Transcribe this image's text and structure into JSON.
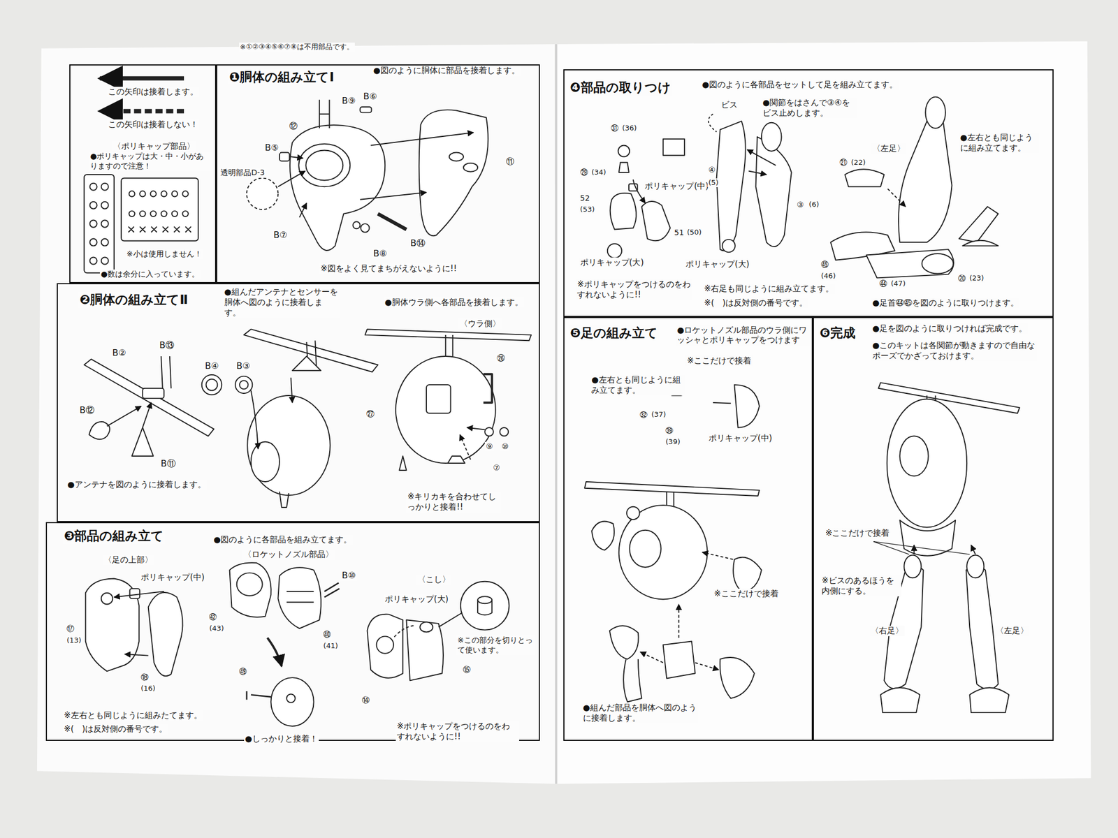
{
  "diagram": {
    "nodes": [
      {
        "text": [
          "この矢印は接着します。",
          "この矢印は接着しない！",
          "〈ポリキャップ部品〉",
          "●ポリキャップは大・中・小がありますので注意！",
          "※小は使用しません！",
          "●数は余分に入っています。"
        ]
      },
      {
        "text": [
          "❶胴体の組み立てⅠ",
          "●図のように胴体に部品を接着します。"
        ]
      },
      {
        "text": [
          "❷胴体の組み立てⅡ",
          "●組んだアンテナとセンサーを胴体へ図のように接着します。",
          "●胴体ウラ側へ各部品を接着します。",
          "●アンテナを図のように接着します。"
        ]
      },
      {
        "text": [
          "❸部品の組み立て",
          "●図のように各部品を組み立てます。"
        ]
      },
      {
        "text": [
          "❹部品の取りつけ",
          "●図のように各部品をセットして足を組み立てます。"
        ]
      },
      {
        "text": [
          "❺足の組み立て",
          "●ロケットノズル部品のウラ側にワッシャとポリキャップをつけます"
        ]
      },
      {
        "text": [
          "❻完成",
          "●足を図のように取りつければ完成です。",
          "●このキットは各関節が動きますので自由なポーズでかざっておけます。"
        ]
      }
    ],
    "labels": [
      "※①②③④⑤⑥⑦⑧は不用部品です。",
      "B⑨",
      "B⑥",
      "⑫",
      "B⑤",
      "透明部品D-3",
      "⑪",
      "B⑦",
      "B⑧",
      "B⑭",
      "※図をよく見てまちがえないように!!",
      "B②",
      "B⑬",
      "B④",
      "B③",
      "B⑫",
      "B⑪",
      "〈ウラ側〉",
      "㉖",
      "㉗",
      "⑨",
      "⑩",
      "⑦",
      "※キリカキを合わせてしっかりと接着!!",
      "〈足の上部〉",
      "ポリキャップ(中)",
      "⑰",
      "(13)",
      "⑱",
      "(16)",
      "〈ロケットノズル部品〉",
      "B⑩",
      "㊷",
      "(43)",
      "㊵",
      "(41)",
      "㊾",
      "〈こし〉",
      "ポリキャップ(大)",
      "※この部分を切りとって使います。",
      "⑭",
      "⑮",
      "※左右とも同じように組みたてます。",
      "※(　)は反対側の番号です。",
      "●しっかりと接着！",
      "※ポリキャップをつけるのをわすれないように!!",
      "ビス",
      "●関節をはさんで③④をビス止めします。",
      "㉛",
      "(36)",
      "㉙",
      "(34)",
      "ポリキャップ(中)",
      "52",
      "(53)",
      "51",
      "(50)",
      "④",
      "(5)",
      "③",
      "(6)",
      "ポリキャップ(大)",
      "ポリキャップ(大)",
      "※ポリキャップをつけるのをわすれないように!!",
      "※右足も同じように組み立てます。",
      "※(　)は反対側の番号です。",
      "〈左足〉",
      "●左右とも同じように組み立てます。",
      "㉑",
      "(22)",
      "㊺",
      "(46)",
      "㊹",
      "(47)",
      "⑳",
      "(23)",
      "●足首㊹㊺を図のように取りつけます。",
      "※ここだけで接着",
      "●左右とも同じように組み立てます。",
      "㉜",
      "(37)",
      "㊴",
      "(39)",
      "ポリキャップ(中)",
      "※ここだけで接着",
      "●組んだ部品を胴体へ図のように接着します。",
      "※ここだけで接着",
      "※ビスのあるほうを内側にする。",
      "〈右足〉",
      "〈左足〉"
    ]
  }
}
